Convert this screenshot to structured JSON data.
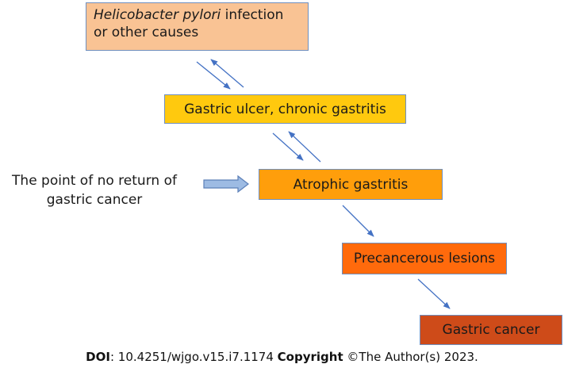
{
  "boxes": {
    "hp_italic": "Helicobacter pylori",
    "hp_rest": " infection",
    "hp_line2": "or other causes",
    "ulcer": "Gastric ulcer, chronic gastritis",
    "atrophic": "Atrophic gastritis",
    "precancer": "Precancerous lesions",
    "cancer": "Gastric cancer"
  },
  "side_label": {
    "line1": "The point of no return of",
    "line2": "gastric cancer"
  },
  "footer": {
    "doi_label": "DOI",
    "doi_value": ": 10.4251/wjgo.v15.i7.1174 ",
    "copyright_label": "Copyright",
    "copyright_value": " ©The Author(s) 2023."
  },
  "colors": {
    "arrow": "#4472c4",
    "block_arrow_fill": "#9dbbe3",
    "block_arrow_stroke": "#5b7fb8"
  }
}
